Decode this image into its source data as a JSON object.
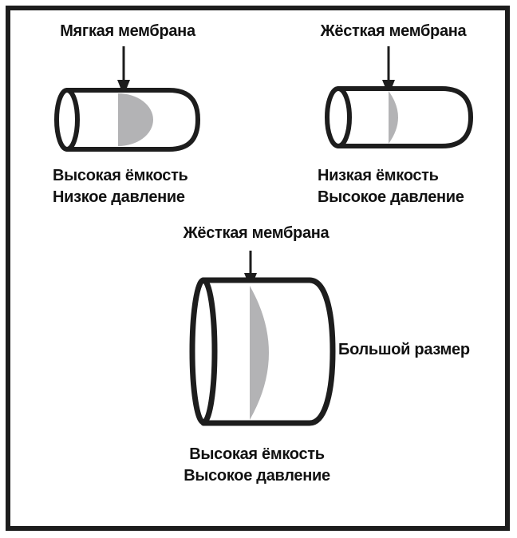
{
  "colors": {
    "line": "#1d1d1d",
    "membrane": "#b3b3b5",
    "text": "#111111",
    "background": "#ffffff"
  },
  "panels": [
    {
      "title": "Мягкая мембрана",
      "membrane_type": "soft",
      "captions": [
        "Высокая ёмкость",
        "Низкое давление"
      ]
    },
    {
      "title": "Жёсткая мембрана",
      "membrane_type": "rigid",
      "captions": [
        "Низкая ёмкость",
        "Высокое давление"
      ]
    },
    {
      "title": "Жёсткая мембрана",
      "membrane_type": "rigid",
      "size_label": "Большой размер",
      "captions": [
        "Высокая ёмкость",
        "Высокое давление"
      ]
    }
  ]
}
